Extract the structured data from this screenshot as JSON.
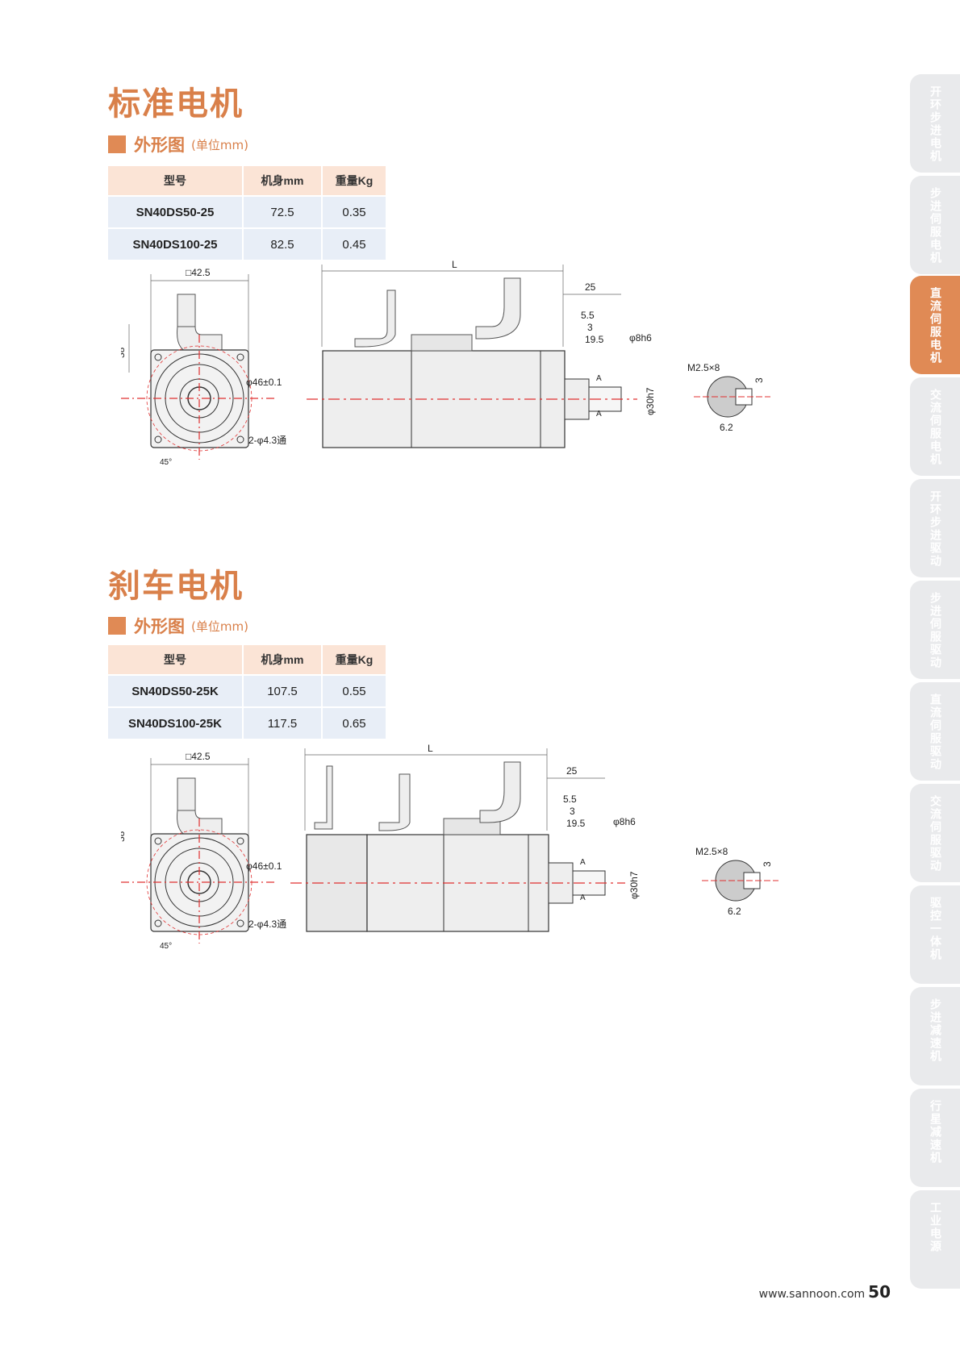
{
  "sections": [
    {
      "title": "标准电机",
      "sub_title": "外形图",
      "unit": "(单位mm)",
      "headers": [
        "型号",
        "机身mm",
        "重量Kg"
      ],
      "rows": [
        {
          "model": "SN40DS50-25",
          "length": "72.5",
          "weight": "0.35"
        },
        {
          "model": "SN40DS100-25",
          "length": "82.5",
          "weight": "0.45"
        }
      ],
      "dims": {
        "square": "□42.5",
        "height": "38",
        "pcd": "φ46±0.1",
        "holes": "2-φ4.3通",
        "angle": "45°",
        "L": "L",
        "d25": "25",
        "d55": "5.5",
        "d3": "3",
        "d195": "19.5",
        "shaft": "φ8h6",
        "pilot": "φ30h7",
        "tap": "M2.5×8",
        "flat": "6.2",
        "flat_h": "3",
        "sec": "A"
      }
    },
    {
      "title": "刹车电机",
      "sub_title": "外形图",
      "unit": "(单位mm)",
      "headers": [
        "型号",
        "机身mm",
        "重量Kg"
      ],
      "rows": [
        {
          "model": "SN40DS50-25K",
          "length": "107.5",
          "weight": "0.55"
        },
        {
          "model": "SN40DS100-25K",
          "length": "117.5",
          "weight": "0.65"
        }
      ],
      "dims": {
        "square": "□42.5",
        "height": "38",
        "pcd": "φ46±0.1",
        "holes": "2-φ4.3通",
        "angle": "45°",
        "L": "L",
        "d25": "25",
        "d55": "5.5",
        "d3": "3",
        "d195": "19.5",
        "shaft": "φ8h6",
        "pilot": "φ30h7",
        "tap": "M2.5×8",
        "flat": "6.2",
        "flat_h": "3",
        "sec": "A"
      }
    }
  ],
  "side_tabs": [
    {
      "label": "开环步进电机",
      "active": false
    },
    {
      "label": "步进伺服电机",
      "active": false
    },
    {
      "label": "直流伺服电机",
      "active": true
    },
    {
      "label": "交流伺服电机",
      "active": false
    },
    {
      "label": "开环步进驱动",
      "active": false
    },
    {
      "label": "步进伺服驱动",
      "active": false
    },
    {
      "label": "直流伺服驱动",
      "active": false
    },
    {
      "label": "交流伺服驱动",
      "active": false
    },
    {
      "label": "驱控一体机",
      "active": false
    },
    {
      "label": "步进减速机",
      "active": false
    },
    {
      "label": "行星减速机",
      "active": false
    },
    {
      "label": "工业电源",
      "active": false
    }
  ],
  "footer": {
    "url": "www.sannoon.com",
    "page": "50"
  },
  "colors": {
    "accent": "#e08a55",
    "title": "#d9804a",
    "header_bg": "#fbe4d6",
    "row_bg": "#e8eef7",
    "tab_bg": "#e9eaec",
    "centerline": "#e03030"
  }
}
